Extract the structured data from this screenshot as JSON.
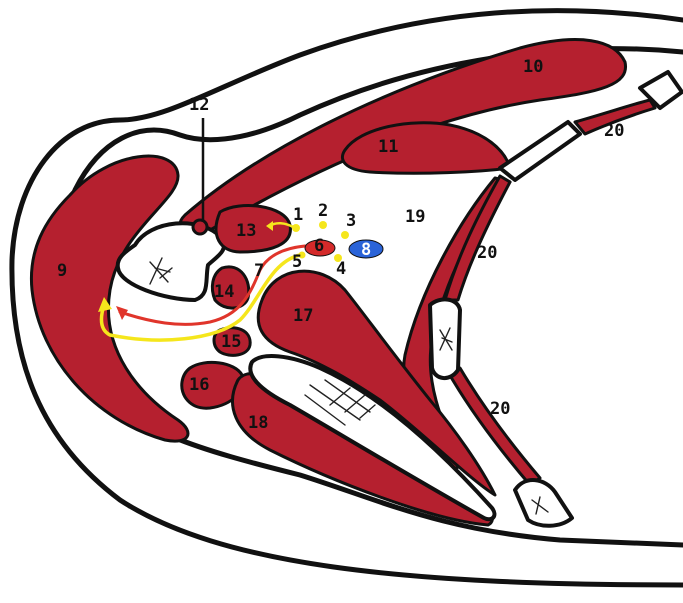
{
  "colors": {
    "muscle": "#b5202f",
    "outline": "#111111",
    "bone": "#ffffff",
    "nerve_dot": "#f5e61c",
    "artery_dot": "#d42a2a",
    "vein_dot": "#2a63d8",
    "nerve_path": "#f5e61c",
    "artery_path": "#e0352b"
  },
  "labels": {
    "l1": "1",
    "l2": "2",
    "l3": "3",
    "l4": "4",
    "l5": "5",
    "l6": "6",
    "l7": "7",
    "l8": "8",
    "l9": "9",
    "l10": "10",
    "l11": "11",
    "l12": "12",
    "l13": "13",
    "l14": "14",
    "l15": "15",
    "l16": "16",
    "l17": "17",
    "l18": "18",
    "l19": "19",
    "l20a": "20",
    "l20b": "20",
    "l20c": "20"
  }
}
